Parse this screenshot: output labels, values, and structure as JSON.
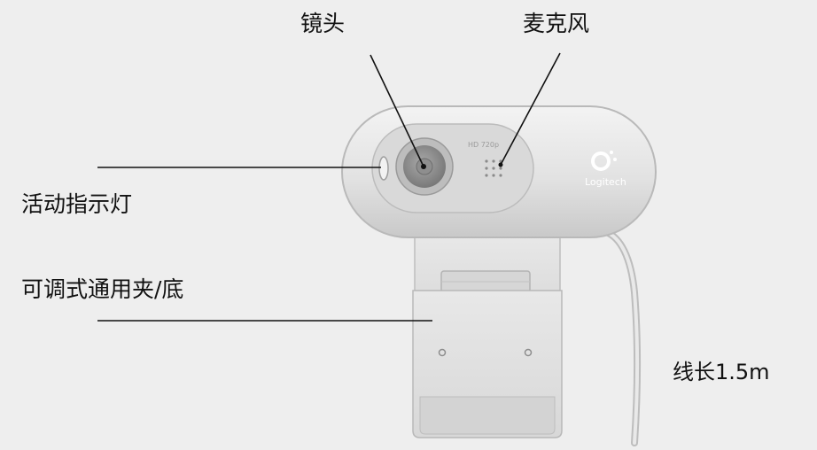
{
  "labels": {
    "lens": "镜头",
    "microphone": "麦克风",
    "activity_light": "活动指示灯",
    "adjustable_clip": "可调式通用夹/底",
    "cable_length": "线长1.5m"
  },
  "device": {
    "badge": "HD 720p",
    "brand": "Logitech"
  },
  "colors": {
    "background": "#eeeeee",
    "body": "#e2e2e2",
    "body_shadow": "#bdbdbd",
    "lens_ring": "#8f8f8f",
    "text": "#111111"
  }
}
